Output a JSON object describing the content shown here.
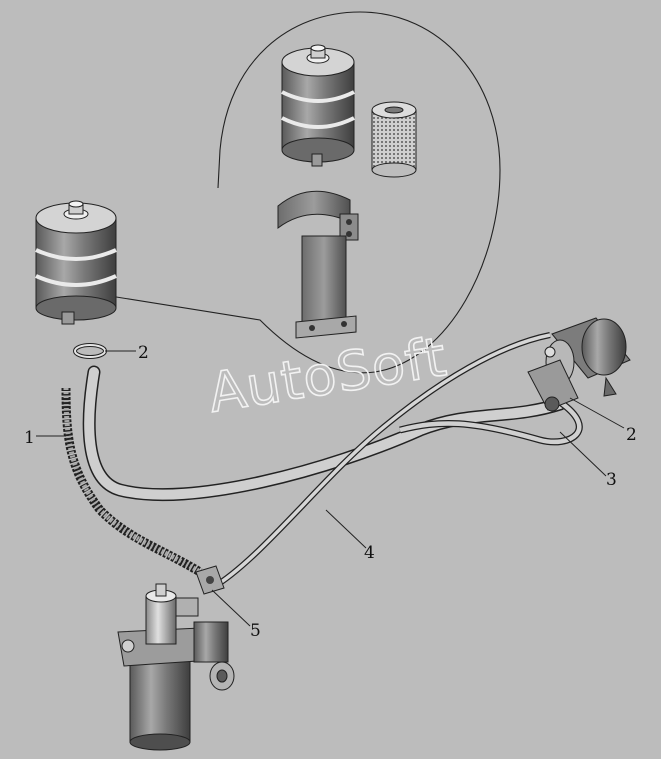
{
  "diagram": {
    "watermark": "AutoSoft",
    "callouts": [
      {
        "id": "callout-1",
        "label": "1"
      },
      {
        "id": "callout-2-clamp",
        "label": "2"
      },
      {
        "id": "callout-2-bracket",
        "label": "2"
      },
      {
        "id": "callout-3",
        "label": "3"
      },
      {
        "id": "callout-4",
        "label": "4"
      },
      {
        "id": "callout-5",
        "label": "5"
      }
    ],
    "colors": {
      "background": "#bcbcbc",
      "part_light": "#d8d8d8",
      "part_mid": "#9a9a9a",
      "part_dark": "#5e5e5e",
      "line": "#222222",
      "watermark": "#f2f2f2"
    }
  }
}
